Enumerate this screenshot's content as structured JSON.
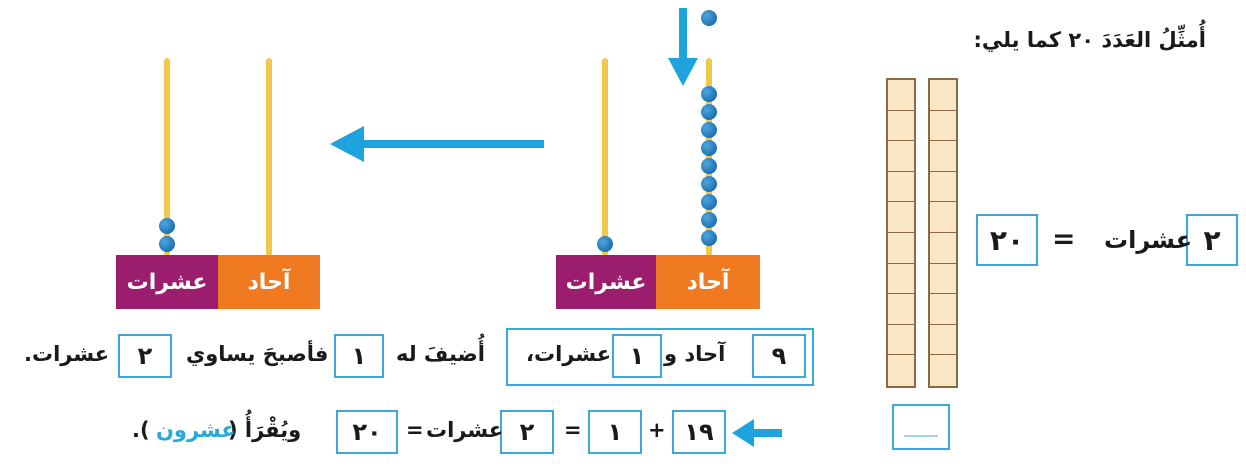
{
  "title": "أُمثِّلُ العَدَدَ ٢٠ كما يلي:",
  "equation1": {
    "tens_value": "٢",
    "tens_word": "عشرات",
    "equals": "=",
    "result": "٢٠"
  },
  "abacus_labels": {
    "ones": "آحاد",
    "tens": "عشرات"
  },
  "sentence1": {
    "ones_value": "٩",
    "ones_word": "آحاد و",
    "tens_value": "١",
    "tens_word": "عشرات،",
    "add_text": "أُضيفَ له",
    "add_value": "١",
    "became_text": "فأصبحَ يساوي",
    "result_value": "٢",
    "result_word": "عشرات."
  },
  "sentence2": {
    "first": "١٩",
    "plus": "+",
    "second": "١",
    "equals": "=",
    "tens_value": "٢",
    "tens_word": "عشرات",
    "equals2": "=",
    "result": "٢٠",
    "read_text": "ويُقْرَأُ (",
    "read_word": "عشرون",
    "read_close": ")."
  },
  "colors": {
    "ones_label": "#f07a22",
    "tens_label": "#9b1e6e",
    "box_border": "#3aa8db",
    "arrow": "#1fa3dd"
  }
}
